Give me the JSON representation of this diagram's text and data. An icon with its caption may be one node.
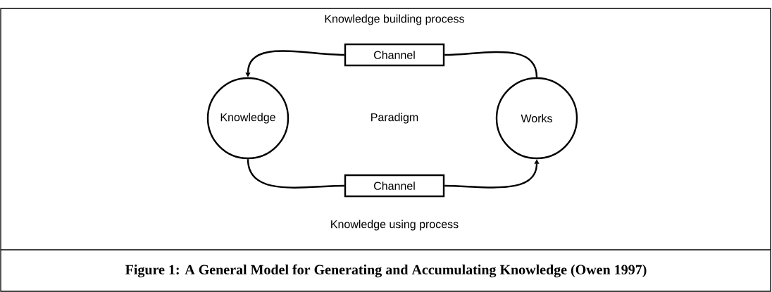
{
  "diagram": {
    "caption": "Figure 1: A General Model for Generating and Accumulating Knowledge (Owen 1997)",
    "nodes": [
      {
        "text": [
          "Channel"
        ]
      },
      {
        "text": [
          "Knowledge"
        ]
      },
      {
        "text": [
          "Works"
        ]
      },
      {
        "text": [
          "Channel"
        ]
      }
    ],
    "edges": [
      {
        "from": 2,
        "to": 0,
        "arrow": "none"
      },
      {
        "from": 0,
        "to": 1,
        "arrow": "to"
      },
      {
        "from": 1,
        "to": 3,
        "arrow": "none"
      },
      {
        "from": 3,
        "to": 2,
        "arrow": "to"
      }
    ],
    "labels": [
      "Knowledge building process",
      "Paradigm",
      "Knowledge using process"
    ]
  }
}
